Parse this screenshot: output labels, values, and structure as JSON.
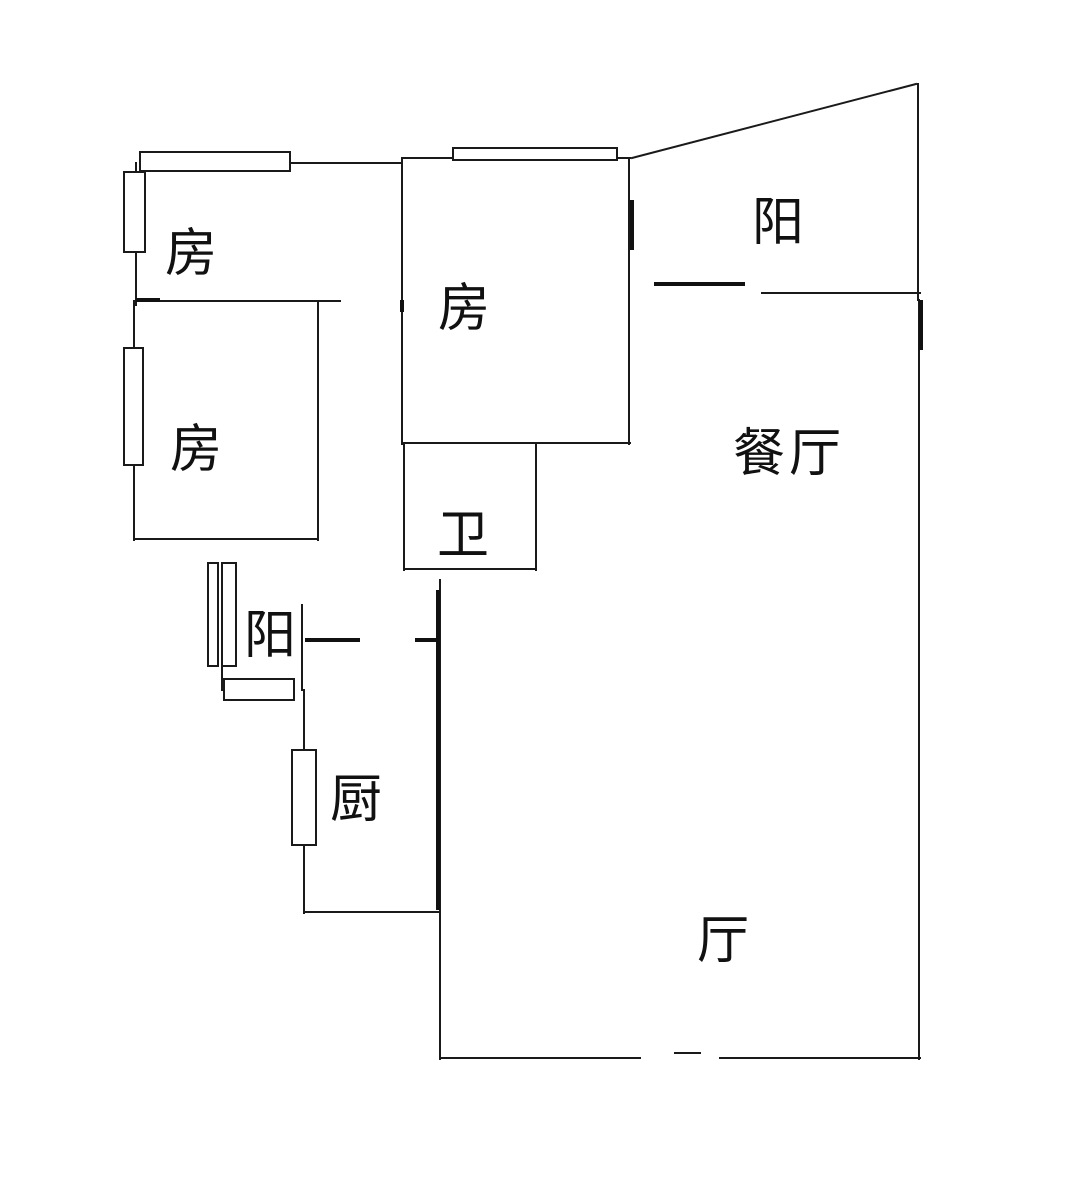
{
  "rooms": {
    "bedroom_top_left": "房",
    "bedroom_center": "房",
    "bedroom_mid_left": "房",
    "balcony_top_right": "阳",
    "dining": "餐厅",
    "bathroom": "卫",
    "balcony_left": "阳",
    "kitchen": "厨",
    "living": "厅"
  }
}
